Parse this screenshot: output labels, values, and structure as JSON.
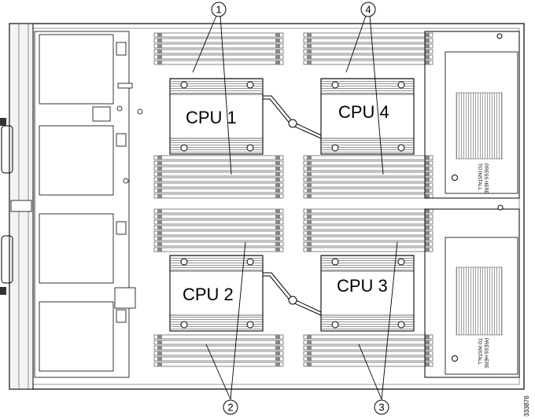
{
  "diagram": {
    "cpus": [
      {
        "id": "cpu1",
        "label": "CPU 1"
      },
      {
        "id": "cpu2",
        "label": "CPU 2"
      },
      {
        "id": "cpu3",
        "label": "CPU 3"
      },
      {
        "id": "cpu4",
        "label": "CPU 4"
      }
    ],
    "callouts": [
      "1",
      "2",
      "3",
      "4"
    ],
    "latch_labels": {
      "top": [
        "PRESS HERE",
        "TO INSTALL"
      ],
      "bottom": [
        "PRESS HERE",
        "TO INSTALL"
      ]
    },
    "figure_id": "333876"
  }
}
